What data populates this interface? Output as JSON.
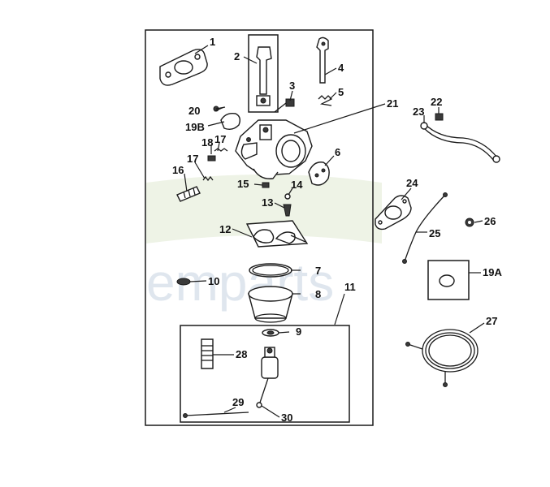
{
  "watermark": "emparts",
  "labels": {
    "p1": "1",
    "p2": "2",
    "p3": "3",
    "p4": "4",
    "p5": "5",
    "p6": "6",
    "p7": "7",
    "p8": "8",
    "p9": "9",
    "p10": "10",
    "p11": "11",
    "p12": "12",
    "p13": "13",
    "p14": "14",
    "p15": "15",
    "p16": "16",
    "p17a": "17",
    "p17b": "17",
    "p18": "18",
    "p19A": "19A",
    "p19B": "19B",
    "p20": "20",
    "p21": "21",
    "p22": "22",
    "p23": "23",
    "p24": "24",
    "p25": "25",
    "p26": "26",
    "p27": "27",
    "p28": "28",
    "p29": "29",
    "p30": "30"
  }
}
